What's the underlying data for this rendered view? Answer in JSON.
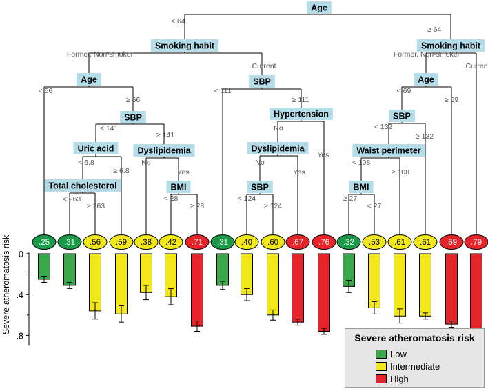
{
  "nodes": [
    {
      "id": "age_root",
      "label": "Age"
    },
    {
      "id": "smoke_l",
      "label": "Smoking habit"
    },
    {
      "id": "smoke_r",
      "label": "Smoking habit"
    },
    {
      "id": "age_l",
      "label": "Age"
    },
    {
      "id": "sbp_c",
      "label": "SBP"
    },
    {
      "id": "age_r",
      "label": "Age"
    },
    {
      "id": "sbp_l",
      "label": "SBP"
    },
    {
      "id": "hyp",
      "label": "Hypertension"
    },
    {
      "id": "sbp_r",
      "label": "SBP"
    },
    {
      "id": "uric",
      "label": "Uric acid"
    },
    {
      "id": "dys_l",
      "label": "Dyslipidemia"
    },
    {
      "id": "dys_c",
      "label": "Dyslipidemia"
    },
    {
      "id": "waist",
      "label": "Waist perimeter"
    },
    {
      "id": "chol",
      "label": "Total cholesterol"
    },
    {
      "id": "bmi_l",
      "label": "BMI"
    },
    {
      "id": "sbp_d",
      "label": "SBP"
    },
    {
      "id": "bmi_r",
      "label": "BMI"
    }
  ],
  "edge_labels": [
    {
      "id": "e_root_l",
      "text": "< 64"
    },
    {
      "id": "e_root_r",
      "text": "≥ 64"
    },
    {
      "id": "e_smoke_l_a",
      "text": "Former, Non-smoker"
    },
    {
      "id": "e_smoke_l_b",
      "text": "Current"
    },
    {
      "id": "e_smoke_r_a",
      "text": "Former, Non-smoker"
    },
    {
      "id": "e_smoke_r_b",
      "text": "Current"
    },
    {
      "id": "e_age_l_a",
      "text": "< 56"
    },
    {
      "id": "e_age_l_b",
      "text": "≥ 56"
    },
    {
      "id": "e_sbp_c_a",
      "text": "< 111"
    },
    {
      "id": "e_sbp_c_b",
      "text": "≥ 111"
    },
    {
      "id": "e_age_r_a",
      "text": "< 69"
    },
    {
      "id": "e_age_r_b",
      "text": "≥ 69"
    },
    {
      "id": "e_sbp_l_a",
      "text": "< 141"
    },
    {
      "id": "e_sbp_l_b",
      "text": "≥ 141"
    },
    {
      "id": "e_hyp_a",
      "text": "No"
    },
    {
      "id": "e_hyp_b",
      "text": "Yes"
    },
    {
      "id": "e_sbp_r_a",
      "text": "< 132"
    },
    {
      "id": "e_sbp_r_b",
      "text": "≥ 132"
    },
    {
      "id": "e_uric_a",
      "text": "< 6.8"
    },
    {
      "id": "e_uric_b",
      "text": "≥ 6.8"
    },
    {
      "id": "e_dys_l_a",
      "text": "No"
    },
    {
      "id": "e_dys_l_b",
      "text": "Yes"
    },
    {
      "id": "e_dys_c_a",
      "text": "No"
    },
    {
      "id": "e_dys_c_b",
      "text": "Yes"
    },
    {
      "id": "e_waist_a",
      "text": "< 108"
    },
    {
      "id": "e_waist_b",
      "text": "≥ 108"
    },
    {
      "id": "e_chol_a",
      "text": "< 263"
    },
    {
      "id": "e_chol_b",
      "text": "≥ 263"
    },
    {
      "id": "e_bmi_l_a",
      "text": "< 28"
    },
    {
      "id": "e_bmi_l_b",
      "text": "≥ 28"
    },
    {
      "id": "e_sbp_d_a",
      "text": "< 124"
    },
    {
      "id": "e_sbp_d_b",
      "text": "≥ 124"
    },
    {
      "id": "e_bmi_r_a",
      "text": "≥ 27"
    },
    {
      "id": "e_bmi_r_b",
      "text": "< 27"
    }
  ],
  "leaves": [
    {
      "label": ".25",
      "risk": "low",
      "value": 0.25,
      "error": 0.03
    },
    {
      "label": ".31",
      "risk": "low",
      "value": 0.31,
      "error": 0.03
    },
    {
      "label": ".56",
      "risk": "intermediate",
      "value": 0.56,
      "error": 0.08
    },
    {
      "label": ".59",
      "risk": "intermediate",
      "value": 0.59,
      "error": 0.08
    },
    {
      "label": ".38",
      "risk": "intermediate",
      "value": 0.38,
      "error": 0.07
    },
    {
      "label": ".42",
      "risk": "intermediate",
      "value": 0.42,
      "error": 0.08
    },
    {
      "label": ".71",
      "risk": "high",
      "value": 0.71,
      "error": 0.05
    },
    {
      "label": ".31",
      "risk": "low",
      "value": 0.31,
      "error": 0.04
    },
    {
      "label": ".40",
      "risk": "intermediate",
      "value": 0.4,
      "error": 0.06
    },
    {
      "label": ".60",
      "risk": "intermediate",
      "value": 0.6,
      "error": 0.05
    },
    {
      "label": ".67",
      "risk": "high",
      "value": 0.67,
      "error": 0.03
    },
    {
      "label": ".76",
      "risk": "high",
      "value": 0.76,
      "error": 0.03
    },
    {
      "label": ".32",
      "risk": "low",
      "value": 0.32,
      "error": 0.06
    },
    {
      "label": ".53",
      "risk": "intermediate",
      "value": 0.53,
      "error": 0.06
    },
    {
      "label": ".61",
      "risk": "intermediate",
      "value": 0.61,
      "error": 0.07
    },
    {
      "label": ".61",
      "risk": "intermediate",
      "value": 0.61,
      "error": 0.03
    },
    {
      "label": ".69",
      "risk": "high",
      "value": 0.69,
      "error": 0.03
    },
    {
      "label": ".79",
      "risk": "high",
      "value": 0.79,
      "error": 0.05
    }
  ],
  "chart_data": {
    "type": "bar",
    "ylabel": "Severe atheromatosis risk",
    "ylim": [
      0,
      0.9
    ],
    "inverted_axis": true,
    "y_ticks": [
      "0",
      ".4",
      ".8"
    ],
    "y_tick_values": [
      0,
      0.4,
      0.8
    ],
    "minor_ticks": [
      0.2,
      0.6
    ],
    "categories": [
      ".25",
      ".31",
      ".56",
      ".59",
      ".38",
      ".42",
      ".71",
      ".31",
      ".40",
      ".60",
      ".67",
      ".76",
      ".32",
      ".53",
      ".61",
      ".61",
      ".69",
      ".79"
    ],
    "values": [
      0.25,
      0.31,
      0.56,
      0.59,
      0.38,
      0.42,
      0.71,
      0.31,
      0.4,
      0.6,
      0.67,
      0.76,
      0.32,
      0.53,
      0.61,
      0.61,
      0.69,
      0.79
    ],
    "errors": [
      0.03,
      0.03,
      0.08,
      0.08,
      0.07,
      0.08,
      0.05,
      0.04,
      0.06,
      0.05,
      0.03,
      0.03,
      0.06,
      0.06,
      0.07,
      0.03,
      0.03,
      0.05
    ]
  },
  "colors": {
    "low": "#3aa84a",
    "low_node": "#1a9a48",
    "intermediate": "#f2e81c",
    "high": "#e62429",
    "node_box": "#b5dde9"
  },
  "legend": {
    "title": "Severe atheromatosis risk",
    "items": [
      {
        "label": "Low",
        "risk": "low"
      },
      {
        "label": "Intermediate",
        "risk": "intermediate"
      },
      {
        "label": "High",
        "risk": "high"
      }
    ]
  }
}
